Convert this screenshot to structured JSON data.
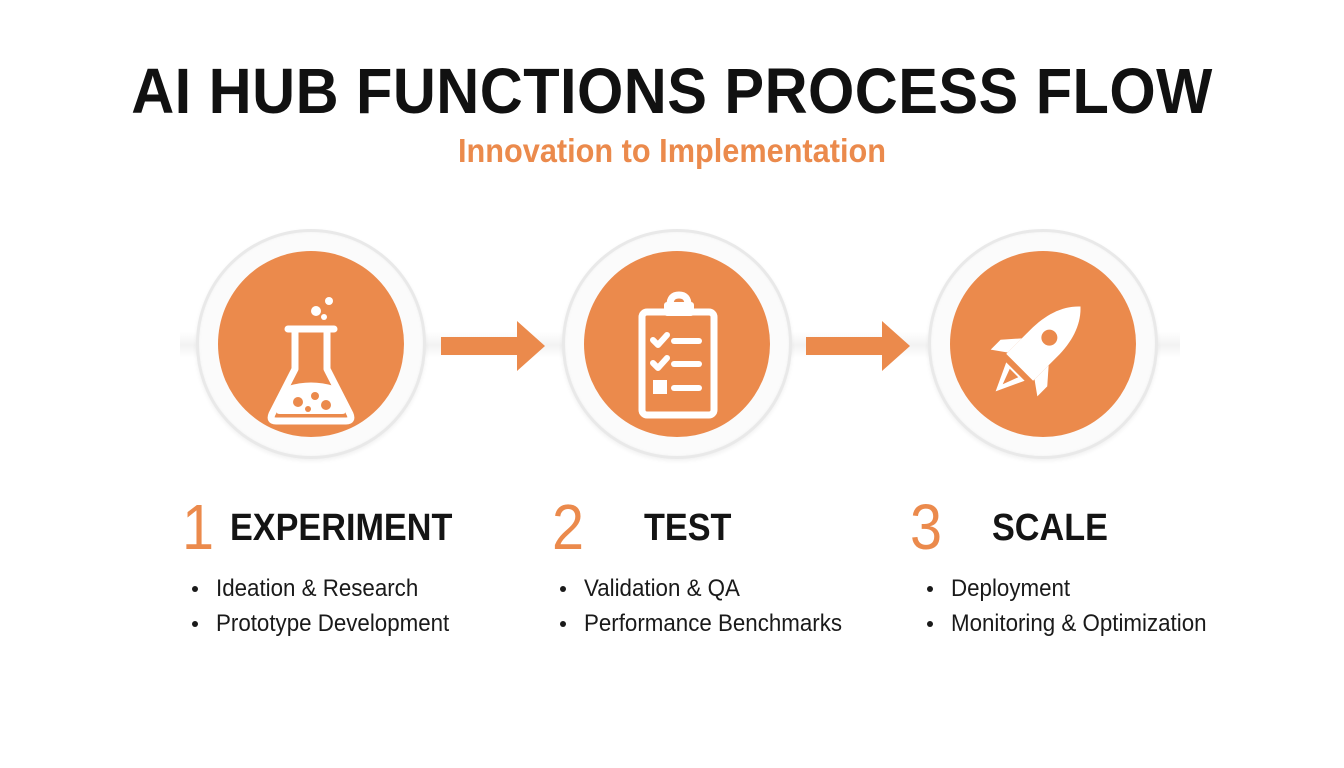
{
  "title": "AI HUB FUNCTIONS PROCESS FLOW",
  "subtitle": "Innovation to Implementation",
  "accent_color": "#eb8a4c",
  "steps": [
    {
      "number": "1",
      "title": "EXPERIMENT",
      "icon": "flask-icon",
      "bullets": [
        "Ideation & Research",
        "Prototype Development"
      ]
    },
    {
      "number": "2",
      "title": "TEST",
      "icon": "clipboard-checklist-icon",
      "bullets": [
        "Validation & QA",
        "Performance Benchmarks"
      ]
    },
    {
      "number": "3",
      "title": "SCALE",
      "icon": "rocket-icon",
      "bullets": [
        "Deployment",
        "Monitoring & Optimization"
      ]
    }
  ]
}
